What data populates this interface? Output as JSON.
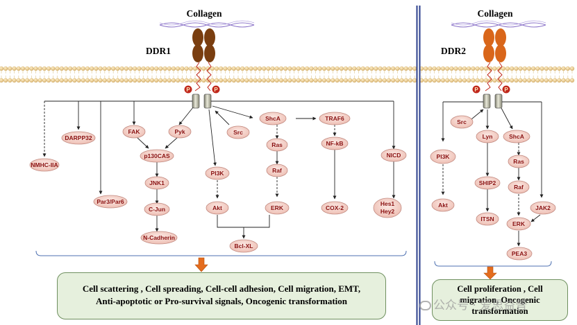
{
  "left_panel": {
    "ligand": "Collagen",
    "receptor": "DDR1",
    "phospho": [
      "P",
      "P"
    ],
    "nodes": {
      "nmhc": "NMHC-IIA",
      "darpp32": "DARPP32",
      "par3": "Par3/Par6",
      "fak": "FAK",
      "pyk": "Pyk",
      "p130cas": "p130CAS",
      "jnk1": "JNK1",
      "cjun": "C-Jun",
      "ncad": "N-Cadherin",
      "pi3k": "PI3K",
      "akt": "Akt",
      "src": "Src",
      "shca": "ShcA",
      "ras": "Ras",
      "raf": "Raf",
      "erk": "ERK",
      "bclxl": "Bcl-XL",
      "traf6": "TRAF6",
      "nfkb": "NF-kB",
      "cox2": "COX-2",
      "nicd": "NICD",
      "hes1": "Hes1",
      "hey2": "Hey2"
    },
    "outcome": [
      "Cell scattering , Cell spreading, Cell-cell adhesion, Cell migration, EMT,",
      "Anti-apoptotic or Pro-survival signals, Oncogenic transformation"
    ]
  },
  "right_panel": {
    "ligand": "Collagen",
    "receptor": "DDR2",
    "phospho": [
      "P",
      "P"
    ],
    "nodes": {
      "src": "Src",
      "pi3k": "PI3K",
      "akt": "Akt",
      "lyn": "Lyn",
      "ship2": "SHIP2",
      "itsn": "ITSN",
      "shca": "ShcA",
      "ras": "Ras",
      "raf": "Raf",
      "erk": "ERK",
      "pea3": "PEA3",
      "jak2": "JAK2"
    },
    "outcome": [
      "Cell proliferation , Cell",
      "migration, Oncogenic",
      "transformation"
    ]
  },
  "watermark": "公众号 · 爱思益普",
  "colors": {
    "ddr1_receptor": "#7a3e10",
    "ddr2_receptor": "#d9661a",
    "node_fill": "#f3d3cc",
    "node_stroke": "#c28a80",
    "node_text": "#8a1010",
    "phospho": "#c0281c",
    "membrane": "#e2c88a",
    "divider": "#2b3f8c",
    "collagen": "#8a72c8",
    "outcome_fill": "#e6f0dd",
    "arrow_orange": "#e46c1e"
  }
}
